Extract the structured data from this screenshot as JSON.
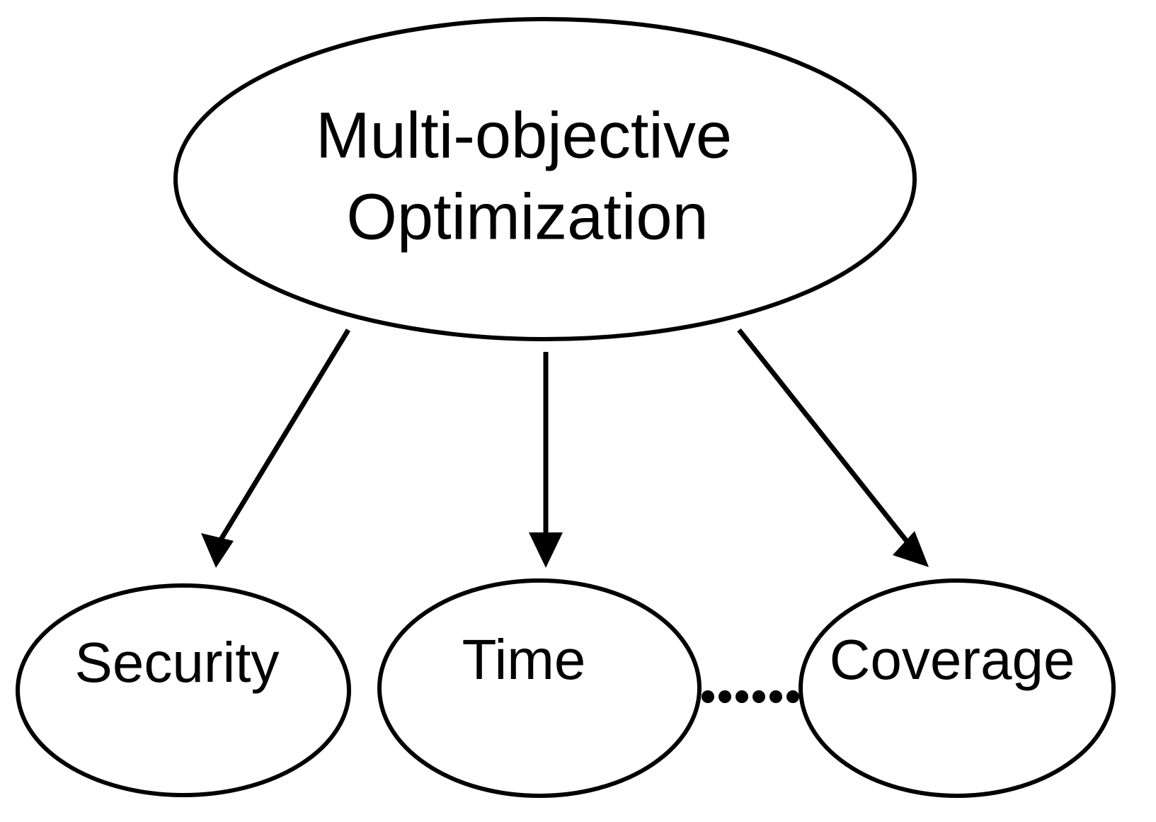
{
  "diagram": {
    "type": "tree-hierarchy",
    "title": "Multi-objective Optimization decomposition",
    "background_color": "#ffffff",
    "stroke_color": "#000000",
    "text_color": "#000000",
    "root": {
      "id": "root",
      "shape": "ellipse",
      "label_line1": "Multi-objective",
      "label_line2": "Optimization"
    },
    "children": [
      {
        "id": "security",
        "shape": "ellipse",
        "label": "Security"
      },
      {
        "id": "time",
        "shape": "ellipse",
        "label": "Time"
      },
      {
        "id": "coverage",
        "shape": "ellipse",
        "label": "Coverage"
      }
    ],
    "continuation": {
      "id": "ellipsis",
      "glyph": "......",
      "dot_count": 6,
      "between": [
        "time",
        "coverage"
      ]
    },
    "edges": [
      {
        "id": "edge-root-security",
        "from": "root",
        "to": "security",
        "style": "solid-arrow"
      },
      {
        "id": "edge-root-time",
        "from": "root",
        "to": "time",
        "style": "solid-arrow"
      },
      {
        "id": "edge-root-coverage",
        "from": "root",
        "to": "coverage",
        "style": "solid-arrow"
      }
    ]
  }
}
